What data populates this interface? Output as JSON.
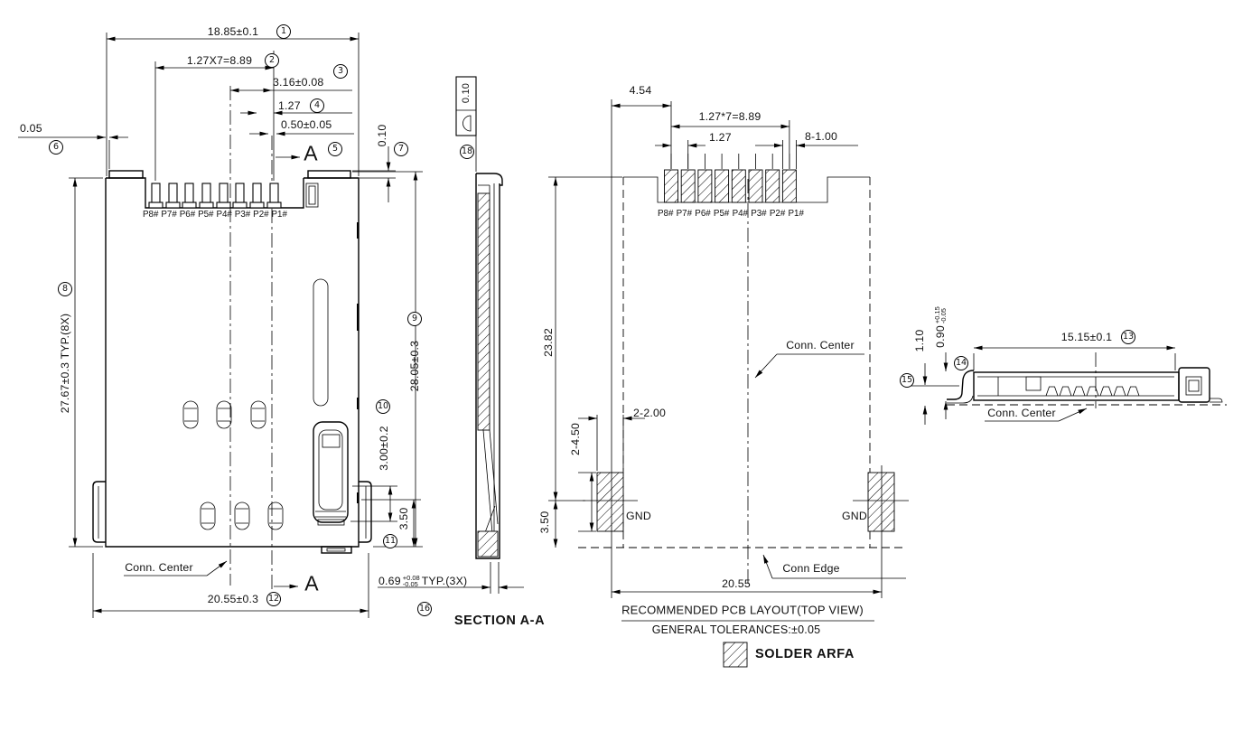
{
  "front_view": {
    "pins": [
      "P8#",
      "P7#",
      "P6#",
      "P5#",
      "P4#",
      "P3#",
      "P2#",
      "P1#"
    ],
    "d1": "18.85±0.1",
    "b1": "1",
    "d2": "1.27X7=8.89",
    "b2": "2",
    "d3": "3.16±0.08",
    "b3": "3",
    "d4": "1.27",
    "b4": "4",
    "d5": "0.50±0.05",
    "b5": "5",
    "d6": "0.05",
    "b6": "6",
    "d7": "0.10",
    "b7": "7",
    "d8": "27.67±0.3 TYP.(8X)",
    "b8": "8",
    "d9": "28.05±0.3",
    "b9": "9",
    "d10": "3.00±0.2",
    "b10": "10",
    "d11": "3.50",
    "b11": "11",
    "d12": "20.55±0.3",
    "b12": "12",
    "conn_center": "Conn. Center",
    "cut_label": "A"
  },
  "section_view": {
    "flag_value": "0.10",
    "b18": "18",
    "d16_value": "0.69",
    "d16_plus": "+0.08",
    "d16_minus": "-0.05",
    "d16_suffix": "TYP.(3X)",
    "b16": "16",
    "title": "SECTION A-A"
  },
  "pcb_view": {
    "pins": [
      "P8#",
      "P7#",
      "P6#",
      "P5#",
      "P4#",
      "P3#",
      "P2#",
      "P1#"
    ],
    "d_offset": "4.54",
    "d_pitch_total": "1.27*7=8.89",
    "d_pitch": "1.27",
    "d_pad": "8-1.00",
    "d_height": "23.82",
    "d_gnd_w": "2-2.00",
    "d_gnd_h": "2-4.50",
    "d_edge": "3.50",
    "d_width": "20.55",
    "gnd_left": "GND",
    "gnd_right": "GND",
    "conn_center": "Conn. Center",
    "conn_edge": "Conn Edge",
    "title": "RECOMMENDED PCB LAYOUT(TOP VIEW)",
    "note": "GENERAL TOLERANCES:±0.05",
    "legend": "SOLDER ARFA"
  },
  "side_view": {
    "d13": "15.15±0.1",
    "b13": "13",
    "d14_value": "0.90",
    "d14_plus": "+0.15",
    "d14_minus": "-0.05",
    "b14": "14",
    "d15_value": "1.10",
    "b15": "15",
    "conn_center": "Conn. Center"
  },
  "colors": {
    "line": "#000000",
    "background": "#ffffff"
  }
}
